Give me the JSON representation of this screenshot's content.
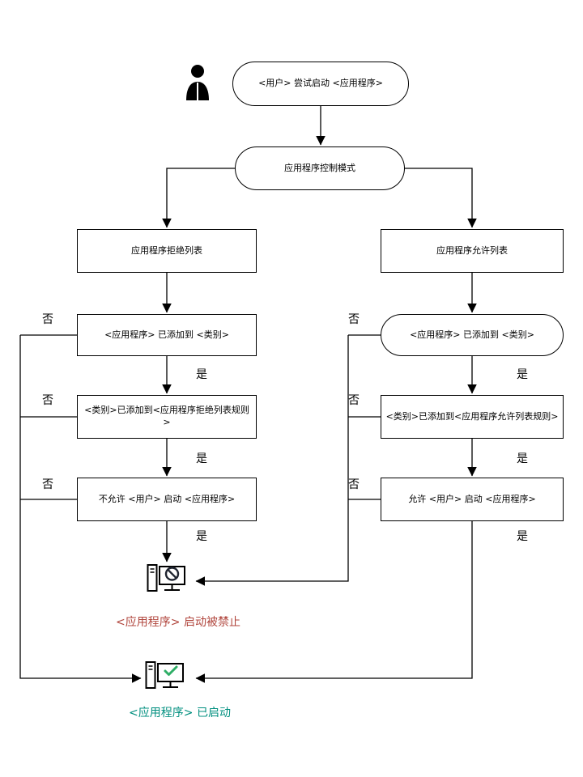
{
  "nodes": {
    "start": "<用户> 尝试启动 <应用程序>",
    "mode": "应用程序控制模式",
    "deny_list": "应用程序拒绝列表",
    "allow_list": "应用程序允许列表",
    "deny_category": "<应用程序> 已添加到 <类别>",
    "allow_category": "<应用程序> 已添加到 <类别>",
    "deny_rule": "<类别>已添加到<应用程序拒绝列表规则>",
    "allow_rule": "<类别>已添加到<应用程序允许列表规则>",
    "deny_launch": "不允许 <用户> 启动 <应用程序>",
    "allow_launch": "允许 <用户> 启动 <应用程序>"
  },
  "labels": {
    "yes": "是",
    "no": "否"
  },
  "results": {
    "blocked": "<应用程序> 启动被禁止",
    "started": "<应用程序> 已启动"
  },
  "colors": {
    "line": "#000000",
    "blocked_text": "#b0453c",
    "started_text": "#008f7f",
    "check": "#2fae66",
    "prohibit": "#1f2430"
  }
}
